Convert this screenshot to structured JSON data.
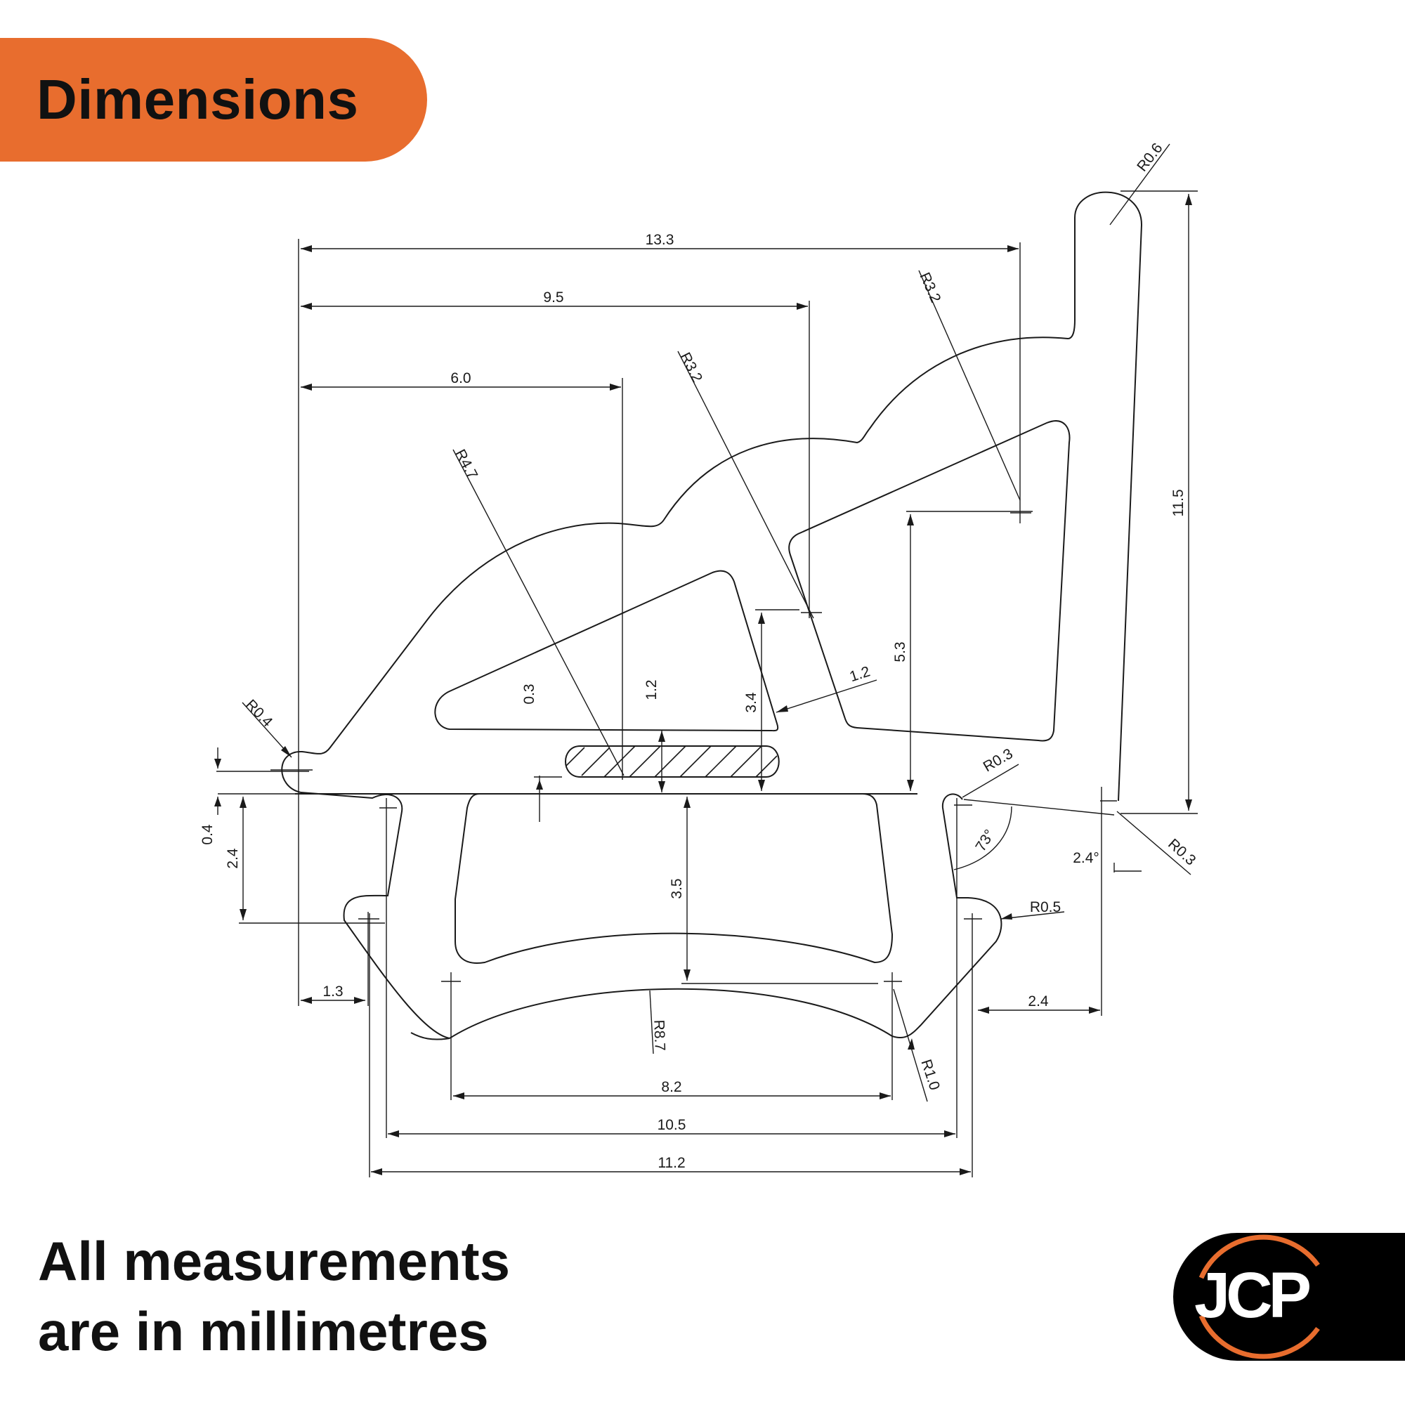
{
  "header": {
    "title": "Dimensions"
  },
  "footer": {
    "line1": "All measurements",
    "line2": "are in millimetres"
  },
  "logo": {
    "text": "JCP"
  },
  "colors": {
    "accent": "#E86D2E",
    "ink": "#111111",
    "line": "#1a1a1a",
    "logo_bg": "#000000",
    "logo_text": "#ffffff"
  },
  "icons": {
    "logo": "jcp-logo-icon"
  },
  "dimensions": {
    "width_13_3": "13.3",
    "width_9_5": "9.5",
    "width_6_0": "6.0",
    "height_11_5": "11.5",
    "height_5_3": "5.3",
    "height_3_5": "3.5",
    "height_3_4": "3.4",
    "height_2_4": "2.4",
    "gap_1_3": "1.3",
    "gap_2_4": "2.4",
    "base_8_2": "8.2",
    "base_10_5": "10.5",
    "base_11_2": "11.2",
    "thickness_1_2_top": "1.2",
    "thickness_1_2_wall": "1.2",
    "thickness_0_3": "0.3",
    "thickness_0_4": "0.4",
    "radius_r0_6": "R0.6",
    "radius_r3_2_upper": "R3.2",
    "radius_r3_2_lower": "R3.2",
    "radius_r4_7": "R4.7",
    "radius_r0_4": "R0.4",
    "radius_r0_3_inner": "R0.3",
    "radius_r0_3_outer": "R0.3",
    "radius_r0_5": "R0.5",
    "radius_r1_0": "R1.0",
    "radius_r8_7": "R8.7",
    "angle_73": "73°",
    "angle_2_4": "2.4°"
  }
}
